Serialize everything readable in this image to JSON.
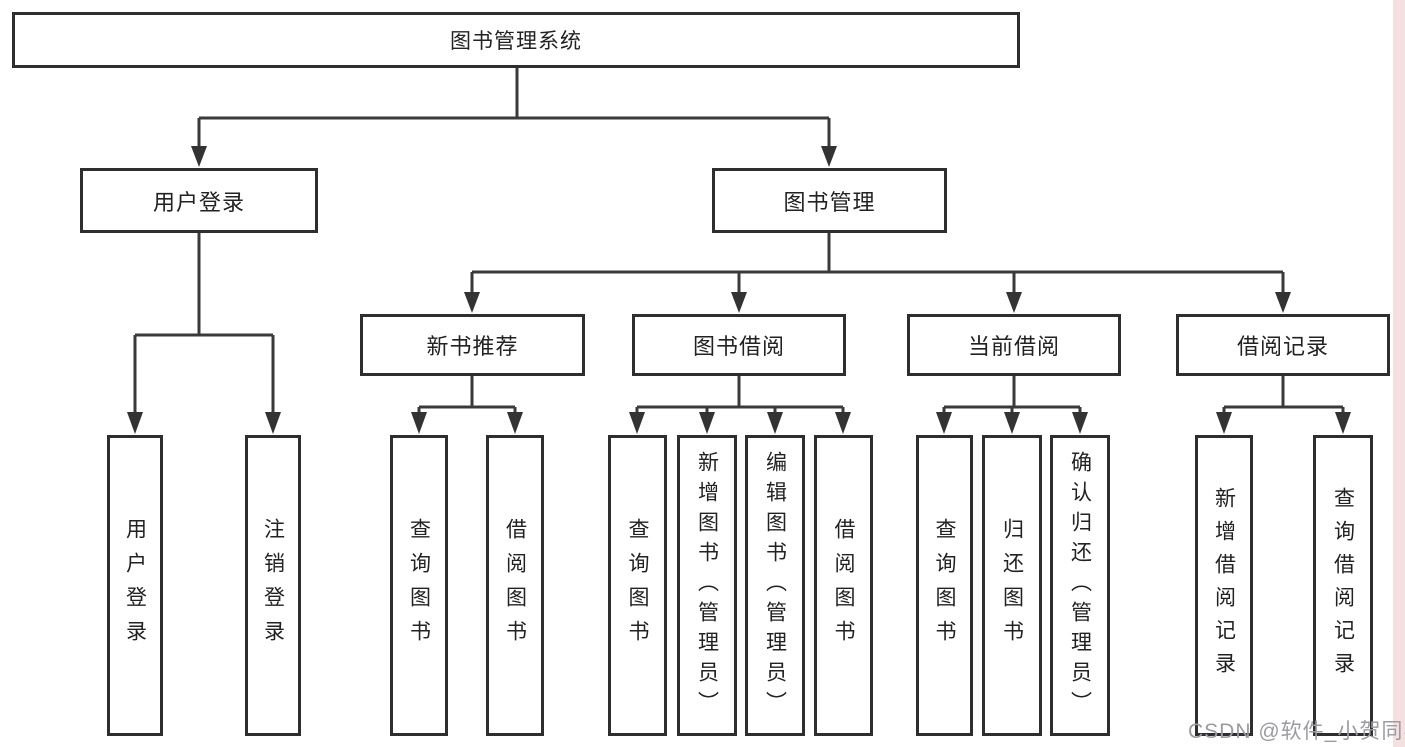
{
  "tree": {
    "label": "图书管理系统",
    "children": [
      {
        "label": "用户登录",
        "children": [
          {
            "label": "用户登录"
          },
          {
            "label": "注销登录"
          }
        ]
      },
      {
        "label": "图书管理",
        "children": [
          {
            "label": "新书推荐",
            "children": [
              {
                "label": "查询图书"
              },
              {
                "label": "借阅图书"
              }
            ]
          },
          {
            "label": "图书借阅",
            "children": [
              {
                "label": "查询图书"
              },
              {
                "label": "新增图书（管理员）"
              },
              {
                "label": "编辑图书（管理员）"
              },
              {
                "label": "借阅图书"
              }
            ]
          },
          {
            "label": "当前借阅",
            "children": [
              {
                "label": "查询图书"
              },
              {
                "label": "归还图书"
              },
              {
                "label": "确认归还（管理员）"
              }
            ]
          },
          {
            "label": "借阅记录",
            "children": [
              {
                "label": "新增借阅记录"
              },
              {
                "label": "查询借阅记录"
              }
            ]
          }
        ]
      }
    ]
  },
  "watermark": {
    "text": "CSDN @软件_小贺同学"
  },
  "colors": {
    "line": "#3a3a3a",
    "box_border": "#2e2e2e",
    "box_fill": "#ffffff",
    "text": "#222222",
    "watermark": "#9b9ba2",
    "page_edge_pink": "#f5e0e1"
  }
}
